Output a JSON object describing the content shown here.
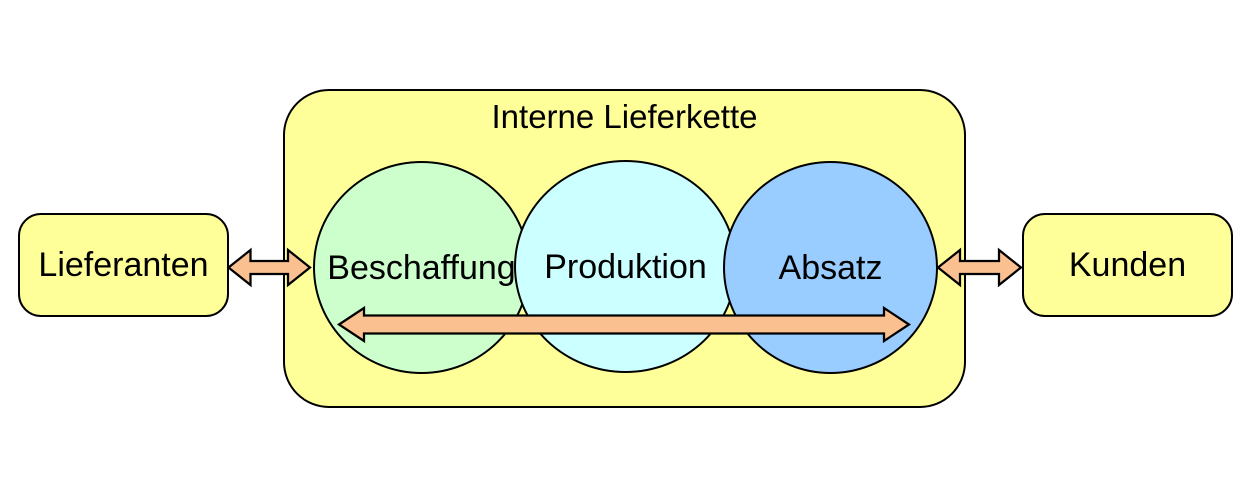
{
  "diagram": {
    "title": "Interne Lieferkette",
    "left_box": {
      "label": "Lieferanten"
    },
    "right_box": {
      "label": "Kunden"
    },
    "circles": [
      {
        "id": "beschaffung",
        "label": "Beschaffung"
      },
      {
        "id": "produktion",
        "label": "Produktion"
      },
      {
        "id": "absatz",
        "label": "Absatz"
      }
    ],
    "arrows": [
      {
        "id": "supplier-to-chain",
        "from": "Lieferanten",
        "to": "Beschaffung",
        "bidirectional": true
      },
      {
        "id": "internal-flow",
        "from": "Beschaffung",
        "to": "Absatz",
        "bidirectional": true
      },
      {
        "id": "chain-to-customer",
        "from": "Absatz",
        "to": "Kunden",
        "bidirectional": true
      }
    ]
  },
  "colors": {
    "background": "#FFFFFF",
    "panel_fill": "#FFFF99",
    "beschaffung_fill": "#CCFFCC",
    "produktion_fill": "#CCFFFF",
    "absatz_fill": "#99CCFF",
    "arrow_fill": "#FAC090",
    "outline": "#000000",
    "text": "#000000"
  }
}
